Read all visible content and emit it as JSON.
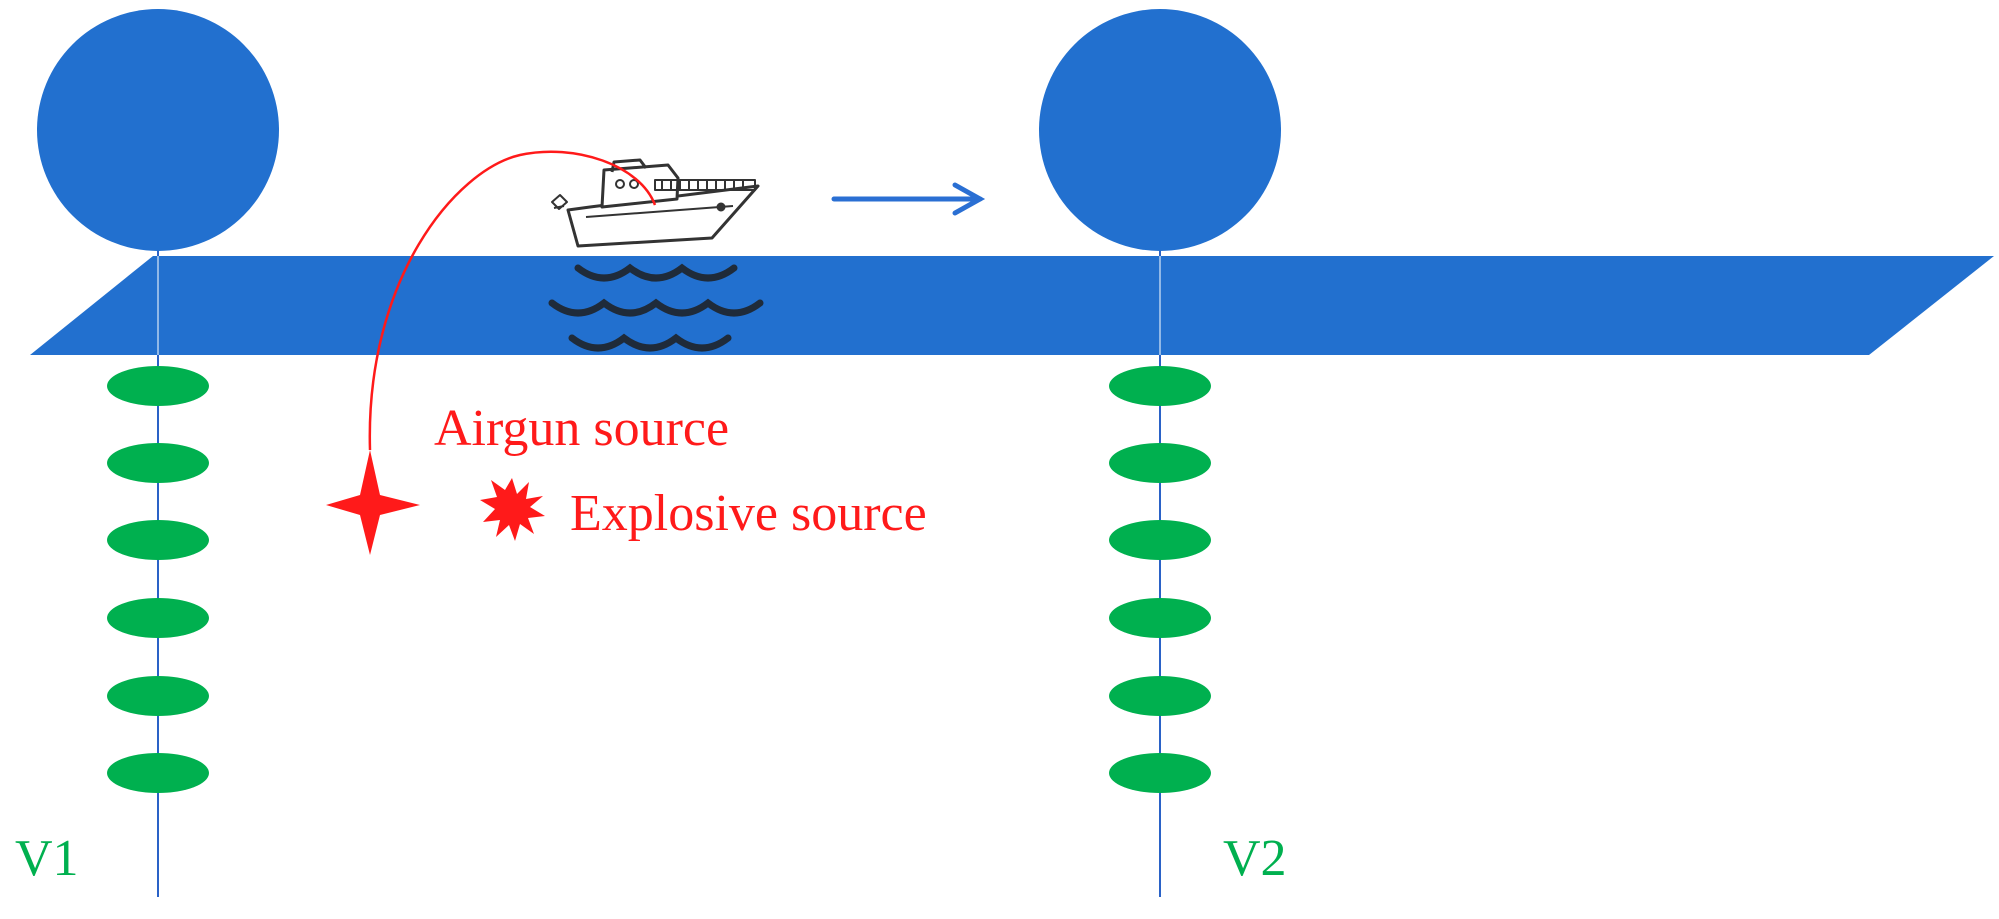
{
  "labels": {
    "airgun": "Airgun source",
    "explosive": "Explosive source",
    "v1": "V1",
    "v2": "V2"
  },
  "colors": {
    "sea": "#2270cf",
    "buoy": "#2270cf",
    "hydrophone": "#00b04f",
    "line": "#2a62c7",
    "source": "#ff1a1a",
    "ship": "#333333",
    "waves": "#1f2b3a",
    "arrow": "#2a6fd3",
    "label_v": "#00b04f"
  },
  "icons": {
    "ship": "ship-icon",
    "waves": "waves-icon",
    "airgun": "four-point-star-icon",
    "explosive": "burst-icon",
    "arrow": "right-arrow-icon"
  },
  "instruments": [
    {
      "id": "v1",
      "label": "V1",
      "hydrophones": 6
    },
    {
      "id": "v2",
      "label": "V2",
      "hydrophones": 6
    }
  ]
}
